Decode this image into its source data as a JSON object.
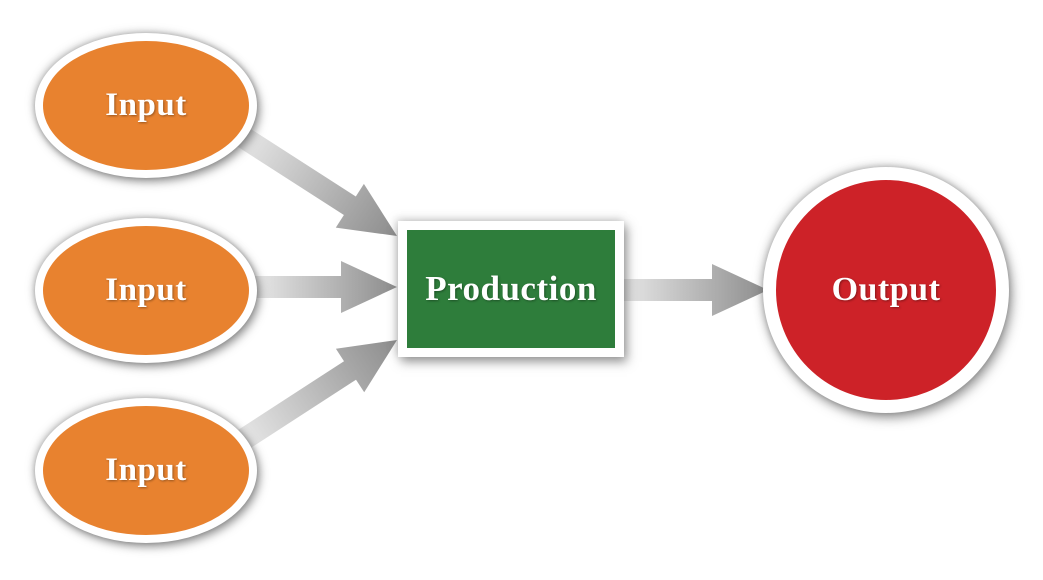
{
  "diagram": {
    "background_color": "#ffffff",
    "text_color": "#ffffff",
    "arrow_gradient": {
      "start": "#ededed",
      "end": "#8c8c8c"
    },
    "nodes": [
      {
        "id": "input-1",
        "label": "Input",
        "shape": "ellipse",
        "fill": "#E8822F"
      },
      {
        "id": "input-2",
        "label": "Input",
        "shape": "ellipse",
        "fill": "#E8822F"
      },
      {
        "id": "input-3",
        "label": "Input",
        "shape": "ellipse",
        "fill": "#E8822F"
      },
      {
        "id": "production",
        "label": "Production",
        "shape": "rectangle",
        "fill": "#2E7D3B"
      },
      {
        "id": "output",
        "label": "Output",
        "shape": "circle",
        "fill": "#CD2228"
      }
    ],
    "edges": [
      {
        "from": "input-1",
        "to": "production"
      },
      {
        "from": "input-2",
        "to": "production"
      },
      {
        "from": "input-3",
        "to": "production"
      },
      {
        "from": "production",
        "to": "output"
      }
    ]
  }
}
